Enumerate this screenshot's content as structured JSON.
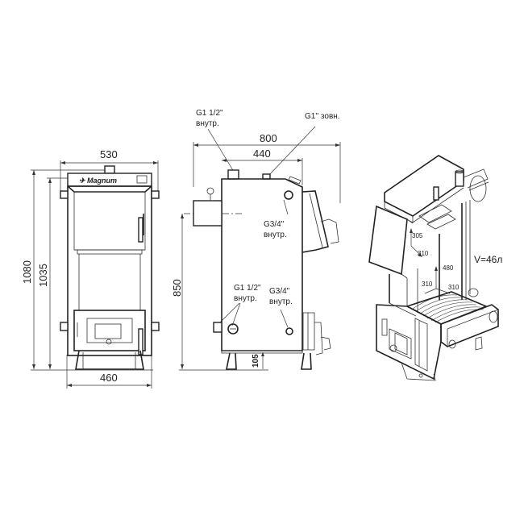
{
  "drawing": {
    "title": "Magnum boiler dimensional drawing",
    "brand": "Magnum",
    "front_view": {
      "width_top": "530",
      "width_bottom": "460",
      "height_total": "1080",
      "height_body": "1035"
    },
    "side_view": {
      "depth_total": "800",
      "depth_body": "440",
      "outlet_height": "850",
      "leg_height": "105",
      "connections": [
        {
          "size": "G1 1/2\"",
          "type": "внутр."
        },
        {
          "size": "G1'' зовн.",
          "type": ""
        },
        {
          "size": "G3/4\"",
          "type": "внутр."
        },
        {
          "size": "G1 1/2\"",
          "type": "внутр."
        },
        {
          "size": "G3/4\"",
          "type": "внутр."
        }
      ]
    },
    "iso_view": {
      "dims": [
        "305",
        "310",
        "480",
        "310",
        "310"
      ],
      "volume": "V=46л"
    }
  }
}
